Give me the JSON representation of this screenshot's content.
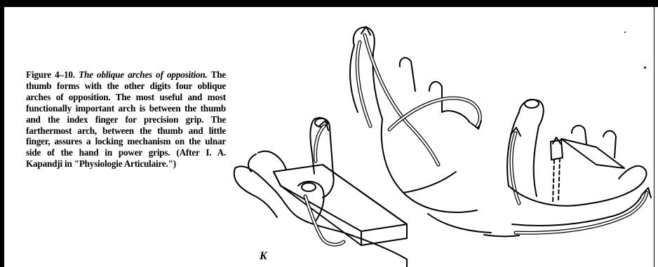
{
  "figure": {
    "label": "Figure 4–10.",
    "title": "The oblique arches of opposition.",
    "body": "The thumb forms with the other digits four oblique arches of opposition. The most useful and most functionally important arch is between the thumb and the index finger for precision grip. The farthermost arch, between the thumb and little finger, assures a locking mechanism on the ulnar side of the hand in power grips. (After I. A. Kapandji in \"Physiologie Articulaire.\")"
  },
  "illustration": {
    "subject": "hands-with-arrows-showing-oblique-arches",
    "signature": "K"
  }
}
